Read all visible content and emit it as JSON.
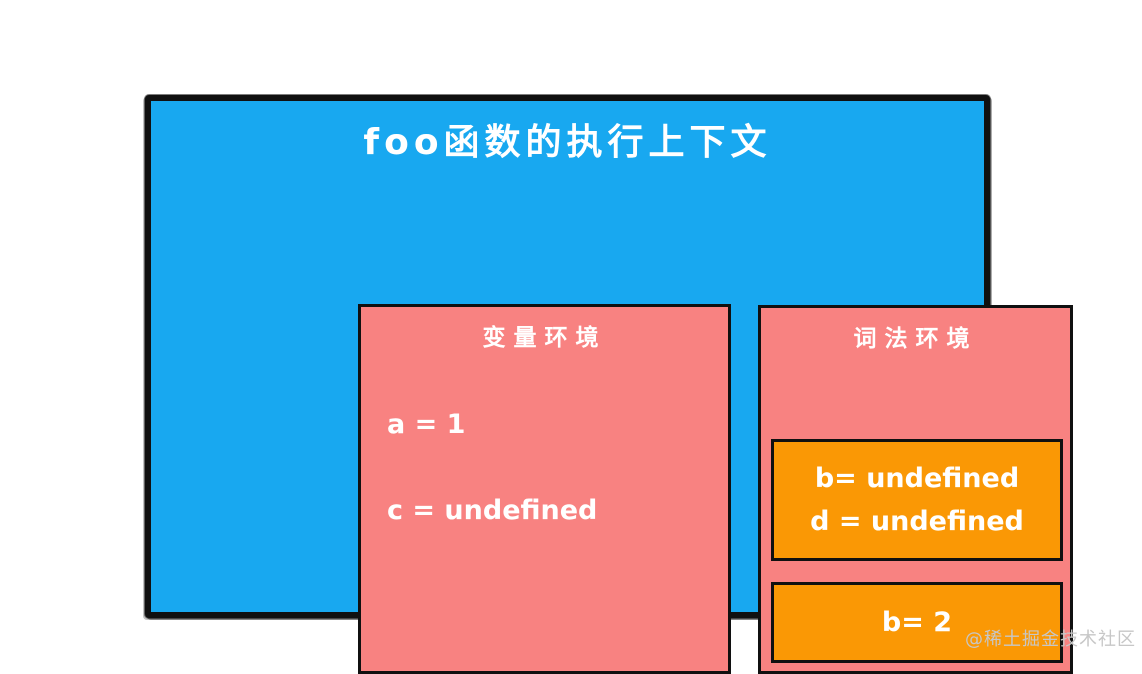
{
  "title": "foo函数的执行上下文",
  "variable_env": {
    "title": "变量环境",
    "entries": [
      "a = 1",
      "c = undefined"
    ]
  },
  "lexical_env": {
    "title": "词法环境",
    "blocks": [
      {
        "lines": [
          "b= undefined",
          "d = undefined"
        ]
      },
      {
        "lines": [
          "b= 2"
        ]
      }
    ]
  },
  "watermark": "@稀土掘金技术社区",
  "colors": {
    "blue": "#18a8f0",
    "pink": "#f88281",
    "orange": "#fa9805",
    "border": "#101010",
    "text": "#ffffff",
    "watermark": "#c7c7c7"
  }
}
